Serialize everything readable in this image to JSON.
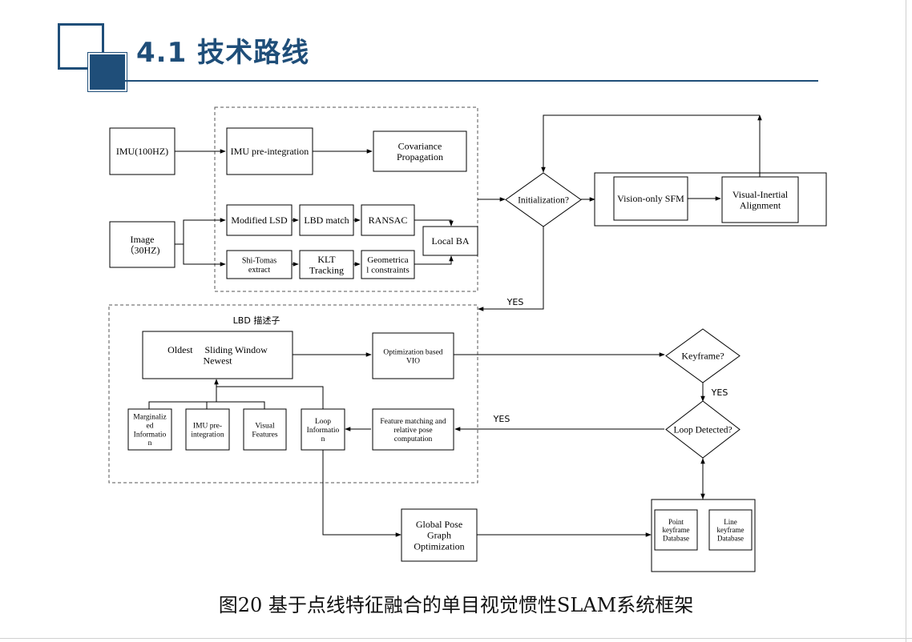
{
  "header": {
    "title": "4.1  技术路线"
  },
  "diagram": {
    "nodes": {
      "imu": [
        "IMU(100HZ)"
      ],
      "image": [
        "Image",
        "（30HZ)"
      ],
      "imu_preint": [
        "IMU pre-integration"
      ],
      "cov_prop": [
        "Covariance",
        "Propagation"
      ],
      "mod_lsd": [
        "Modified LSD"
      ],
      "lbd_match": [
        "LBD match"
      ],
      "ransac": [
        "RANSAC"
      ],
      "local_ba": [
        "Local BA"
      ],
      "shi_tomas": [
        "Shi-Tomas",
        "extract"
      ],
      "klt": [
        "KLT",
        "Tracking"
      ],
      "geometrical": [
        "Geometrica",
        "l constraints"
      ],
      "init": [
        "Initialization?"
      ],
      "sfm": [
        "Vision-only SFM"
      ],
      "vi_align": [
        "Visual-Inertial",
        "Alignment"
      ],
      "sliding": [
        "Oldest     Sliding Window",
        "Newest"
      ],
      "opt_vio": [
        "Optimization based",
        "VIO"
      ],
      "keyframe": [
        "Keyframe?"
      ],
      "marg": [
        "Marginaliz",
        "ed",
        "Informatio",
        "n"
      ],
      "imu_pre2": [
        "IMU pre-",
        "integration"
      ],
      "vis_feat": [
        "Visual",
        "Features"
      ],
      "loop_info": [
        "Loop",
        "Informatio",
        "n"
      ],
      "feat_match": [
        "Feature matching and",
        "relative pose",
        "computation"
      ],
      "loop_det": [
        "Loop Detected?"
      ],
      "global_pose": [
        "Global Pose",
        "Graph",
        "Optimization"
      ],
      "point_db": [
        "Point",
        "keyframe",
        "Database"
      ],
      "line_db": [
        "Line",
        "keyframe",
        "Database"
      ]
    },
    "labels": {
      "lbd_desc": "LBD 描述子",
      "yes_init": "YES",
      "yes_keyframe": "YES",
      "yes_loop": "YES"
    }
  },
  "caption": "图20 基于点线特征融合的单目视觉惯性SLAM系统框架"
}
